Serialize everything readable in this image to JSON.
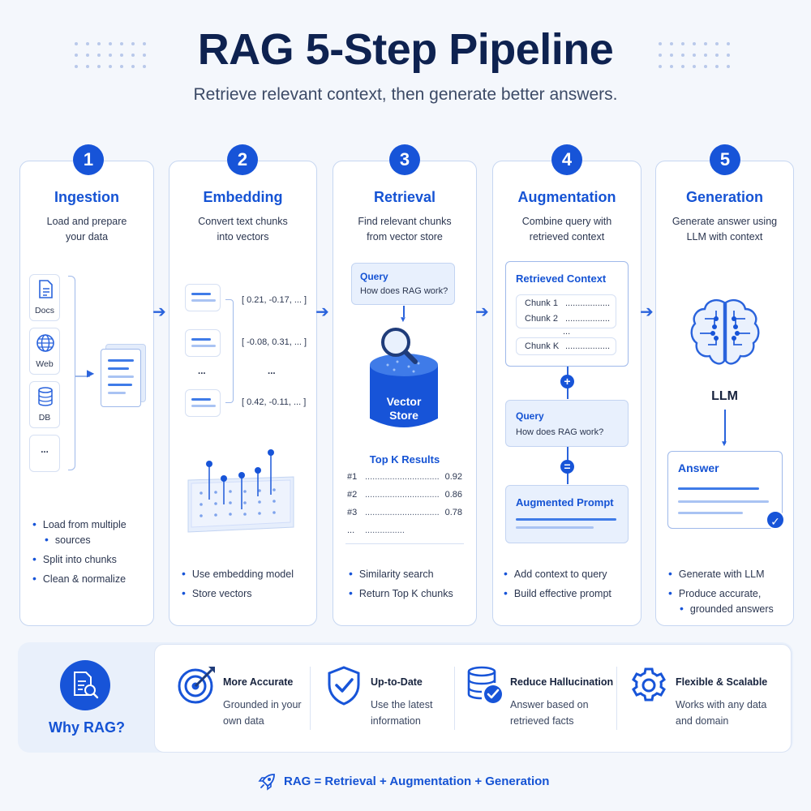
{
  "header": {
    "title": "RAG 5-Step Pipeline",
    "subtitle": "Retrieve relevant context, then generate better answers."
  },
  "steps": [
    {
      "number": "1",
      "title": "Ingestion",
      "desc_lines": [
        "Load and prepare",
        "your data"
      ],
      "sources": [
        "Docs",
        "Web",
        "DB",
        "..."
      ],
      "bullets": [
        "Load from multiple",
        "sources",
        "Split into chunks",
        "Clean & normalize"
      ]
    },
    {
      "number": "2",
      "title": "Embedding",
      "desc_lines": [
        "Convert text chunks",
        "into vectors"
      ],
      "vectors": [
        "[ 0.21, -0.17, ... ]",
        "[ -0.08, 0.31, ... ]",
        "...",
        "[ 0.42, -0.11, ... ]"
      ],
      "ellipsis_left": "...",
      "bullets": [
        "Use embedding model",
        "Store vectors"
      ]
    },
    {
      "number": "3",
      "title": "Retrieval",
      "desc_lines": [
        "Find relevant chunks",
        "from vector store"
      ],
      "query_label": "Query",
      "query_text": "How does RAG work?",
      "store_label_1": "Vector",
      "store_label_2": "Store",
      "results_title": "Top K Results",
      "results": [
        {
          "rank": "#1",
          "dots": "..............................",
          "score": "0.92"
        },
        {
          "rank": "#2",
          "dots": "..............................",
          "score": "0.86"
        },
        {
          "rank": "#3",
          "dots": "..............................",
          "score": "0.78"
        },
        {
          "rank": "...",
          "dots": "................",
          "score": ""
        }
      ],
      "bullets": [
        "Similarity search",
        "Return Top K chunks"
      ]
    },
    {
      "number": "4",
      "title": "Augmentation",
      "desc_lines": [
        "Combine query with",
        "retrieved context"
      ],
      "context_title": "Retrieved Context",
      "chunks": [
        {
          "name": "Chunk 1",
          "dots": ".................."
        },
        {
          "name": "Chunk 2",
          "dots": ".................."
        },
        {
          "name": "Chunk K",
          "dots": ".................."
        }
      ],
      "chunk_ellipsis": "...",
      "plus": "+",
      "equals": "=",
      "query_label": "Query",
      "query_text": "How does RAG work?",
      "prompt_title": "Augmented Prompt",
      "bullets": [
        "Add context to query",
        "Build effective prompt"
      ]
    },
    {
      "number": "5",
      "title": "Generation",
      "desc_lines": [
        "Generate answer using",
        "LLM with context"
      ],
      "llm_label": "LLM",
      "answer_title": "Answer",
      "check": "✓",
      "bullets": [
        "Generate with LLM",
        "Produce accurate,",
        "grounded answers"
      ]
    }
  ],
  "why": {
    "title": "Why RAG?",
    "benefits": [
      {
        "icon": "target-icon",
        "title": "More Accurate",
        "desc_lines": [
          "Grounded in your",
          "own data"
        ]
      },
      {
        "icon": "shield-check-icon",
        "title": "Up-to-Date",
        "desc_lines": [
          "Use the latest",
          "information"
        ]
      },
      {
        "icon": "database-check-icon",
        "title": "Reduce Hallucination",
        "desc_lines": [
          "Answer based on",
          "retrieved facts"
        ]
      },
      {
        "icon": "gear-icon",
        "title": "Flexible & Scalable",
        "desc_lines": [
          "Works with any data",
          "and domain"
        ]
      }
    ]
  },
  "footer": {
    "formula": "RAG = Retrieval + Augmentation + Generation",
    "icon": "rocket-icon"
  },
  "colors": {
    "accent": "#1754d8",
    "title": "#0e2250",
    "card_border": "#c6d6f1",
    "background": "#f4f7fc"
  }
}
